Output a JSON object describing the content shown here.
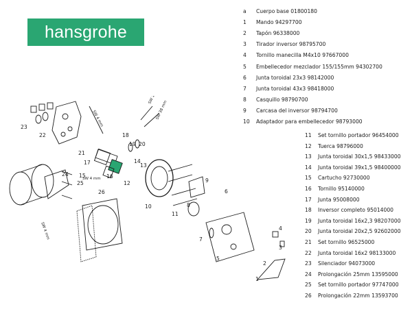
{
  "brand": {
    "logo_text": "hansgrohe",
    "logo_color": "#2aa672"
  },
  "parts_top": [
    {
      "key": "a",
      "text": "Cuerpo base  01800180"
    },
    {
      "key": "1",
      "text": "Mando  94297700"
    },
    {
      "key": "2",
      "text": "Tapón  96338000"
    },
    {
      "key": "3",
      "text": "Tirador inversor  98795700"
    },
    {
      "key": "4",
      "text": "Tornillo manecilla M4x10  97667000"
    },
    {
      "key": "5",
      "text": "Embellecedor mezclador 155/155mm  94302700"
    },
    {
      "key": "6",
      "text": "Junta toroidal 23x3  98142000"
    },
    {
      "key": "7",
      "text": "Junta toroidal 43x3  98418000"
    },
    {
      "key": "8",
      "text": "Casquillo  98790700"
    },
    {
      "key": "9",
      "text": "Carcasa del inversor  98794700"
    },
    {
      "key": "10",
      "text": "Adaptador para embellecedor  98793000"
    }
  ],
  "parts_bottom": [
    {
      "key": "11",
      "text": "Set tornillo portador  96454000"
    },
    {
      "key": "12",
      "text": "Tuerca  98796000"
    },
    {
      "key": "13",
      "text": "Junta toroidal 30x1,5  98433000"
    },
    {
      "key": "14",
      "text": "Junta toroidal 39x1,5  98400000"
    },
    {
      "key": "15",
      "text": "Cartucho  92730000"
    },
    {
      "key": "16",
      "text": "Tornillo  95140000"
    },
    {
      "key": "17",
      "text": "Junta  95008000"
    },
    {
      "key": "18",
      "text": "Inversor completo  95014000"
    },
    {
      "key": "19",
      "text": "Junta toroidal 16x2,3  98207000"
    },
    {
      "key": "20",
      "text": "Junta toroidal 20x2,5  92602000"
    },
    {
      "key": "21",
      "text": "Set tornillo  96525000"
    },
    {
      "key": "22",
      "text": "Junta toroidal 16x2  98133000"
    },
    {
      "key": "23",
      "text": "Silenciador  94073000"
    },
    {
      "key": "24",
      "text": "Prolongación 25mm  13595000"
    },
    {
      "key": "25",
      "text": "Set tornillo portador  97747000"
    },
    {
      "key": "26",
      "text": "Prolongación 22mm  13593700"
    }
  ],
  "drawing": {
    "callouts": [
      "23",
      "22",
      "21",
      "17",
      "18",
      "19",
      "20",
      "13",
      "14",
      "12",
      "15",
      "16",
      "24",
      "25",
      "26",
      "10",
      "11",
      "9",
      "8",
      "7",
      "6",
      "5",
      "4",
      "3",
      "2",
      "1"
    ],
    "sw_labels": [
      "SW 4 mm",
      "SW 4 mm",
      "SW 15 mm",
      "SW 38 mm",
      "SW 4 mm"
    ]
  }
}
